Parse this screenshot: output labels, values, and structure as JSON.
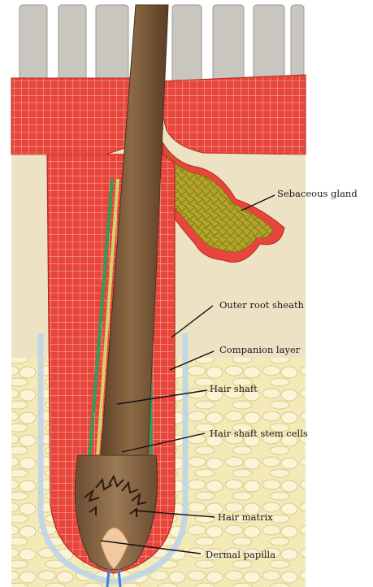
{
  "labels": {
    "sebaceous_gland": "Sebaceous gland",
    "outer_root_sheath": "Outer root sheath",
    "companion_layer": "Companion layer",
    "hair_shaft": "Hair shaft",
    "hair_shaft_stem_cells": "Hair shaft stem cells",
    "hair_matrix": "Hair matrix",
    "dermal_papilla": "Dermal papilla"
  },
  "colors": {
    "epidermis": "#e8453c",
    "dermis": "#ede3c4",
    "fat": "#f3eab8",
    "hair_shaft": "#7a5a3a",
    "sebaceous": "#b3a52a",
    "companion": "#2e9e5a"
  }
}
